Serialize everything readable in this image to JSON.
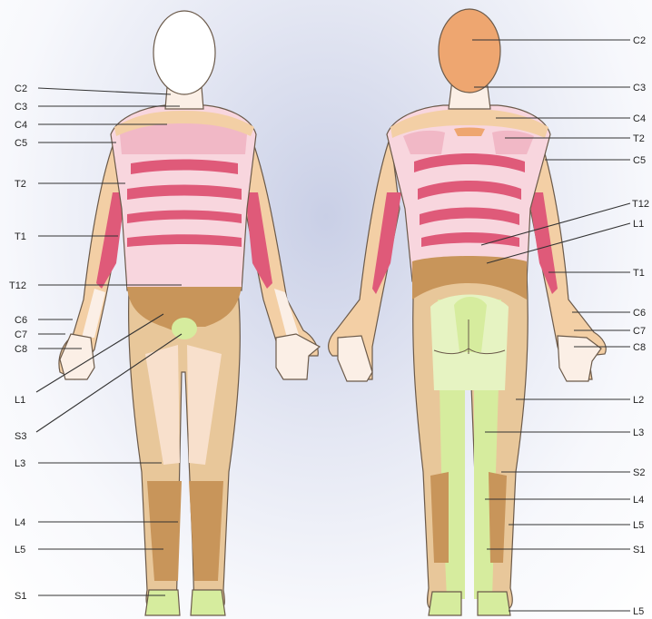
{
  "colors": {
    "skin": "#fbefe6",
    "tan": "#e8c79a",
    "brown": "#c8955a",
    "dark_brown": "#a8692f",
    "pink": "#f1b8c6",
    "light_pink": "#f8d6de",
    "red": "#df5a79",
    "peach": "#f3cfa5",
    "orange": "#eea670",
    "green": "#d6ec9e",
    "light_green": "#e6f3c2"
  },
  "front": {
    "labels": [
      "C2",
      "C3",
      "C4",
      "C5",
      "T2",
      "T1",
      "T12",
      "C6",
      "C7",
      "C8",
      "L1",
      "S3",
      "L3",
      "L4",
      "L5",
      "S1"
    ]
  },
  "back": {
    "labels": [
      "C2",
      "C3",
      "C4",
      "T2",
      "C5",
      "T12",
      "L1",
      "T1",
      "C6",
      "C7",
      "C8",
      "L2",
      "L3",
      "S2",
      "L4",
      "L5",
      "S1",
      "L5"
    ]
  }
}
